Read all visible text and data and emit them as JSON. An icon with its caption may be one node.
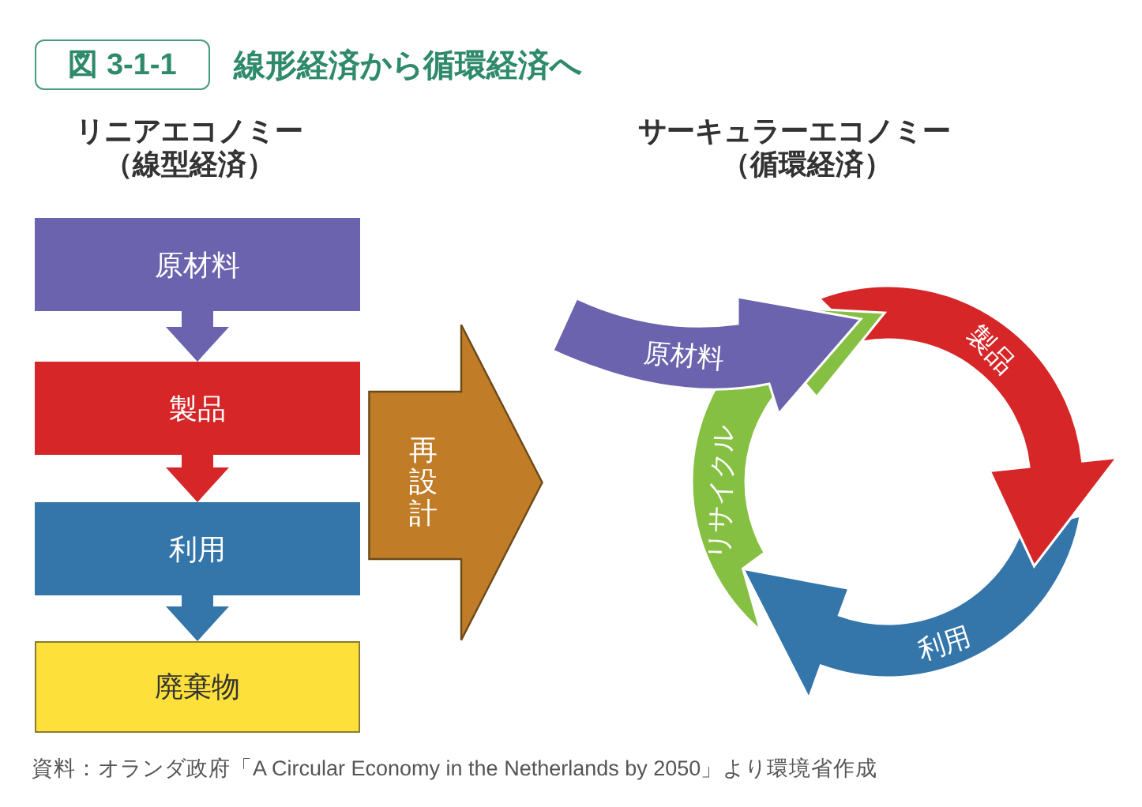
{
  "diagram": {
    "title": "線形経済から循環経済へ",
    "caption": "資料：オランダ政府「A Circular Economy in the Netherlands by 2050」より環境省作成",
    "nodes": [
      {
        "text": [
          "原材料"
        ]
      },
      {
        "text": [
          "製品"
        ]
      },
      {
        "text": [
          "利用"
        ]
      },
      {
        "text": [
          "廃棄物"
        ]
      },
      {
        "text": [
          "再設計"
        ]
      },
      {
        "text": [
          "原材料"
        ]
      },
      {
        "text": [
          "製品"
        ]
      },
      {
        "text": [
          "利用"
        ]
      },
      {
        "text": [
          "リサイクル"
        ]
      }
    ],
    "edges": [
      {
        "from": 0,
        "to": 1,
        "arrow": "to",
        "color": "#6b63ad"
      },
      {
        "from": 1,
        "to": 2,
        "arrow": "to",
        "color": "#d62628"
      },
      {
        "from": 2,
        "to": 3,
        "arrow": "to",
        "color": "#3476aa"
      }
    ],
    "labels": [
      "図 3-1-1",
      "リニアエコノミー",
      "（線型経済）",
      "サーキュラーエコノミー",
      "（循環経済）"
    ]
  }
}
